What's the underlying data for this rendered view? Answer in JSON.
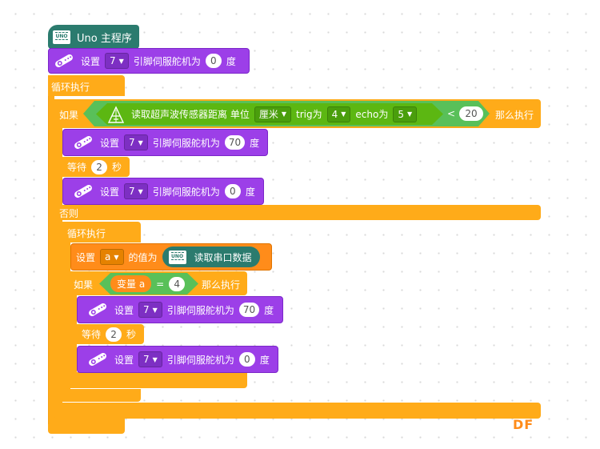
{
  "hat": {
    "label": "Uno 主程序",
    "board_icon_text": "UNO"
  },
  "servo_init": {
    "set": "设置",
    "pin": "7",
    "mid": "引脚伺服舵机为",
    "angle": "0",
    "unit": "度"
  },
  "loop1": {
    "label": "循环执行"
  },
  "if1": {
    "if": "如果",
    "sensor": "读取超声波传感器距离 单位",
    "unit": "厘米",
    "trig_label": "trig为",
    "trig": "4",
    "echo_label": "echo为",
    "echo": "5",
    "op": "<",
    "value": "20",
    "then": "那么执行"
  },
  "servo2": {
    "set": "设置",
    "pin": "7",
    "mid": "引脚伺服舵机为",
    "angle": "70",
    "unit": "度"
  },
  "wait1": {
    "label": "等待",
    "value": "2",
    "unit": "秒"
  },
  "servo3": {
    "set": "设置",
    "pin": "7",
    "mid": "引脚伺服舵机为",
    "angle": "0",
    "unit": "度"
  },
  "else1": {
    "label": "否则"
  },
  "loop2": {
    "label": "循环执行"
  },
  "setvar": {
    "set": "设置",
    "var": "a",
    "mid": "的值为",
    "read": "读取串口数据",
    "board_icon_text": "UNO"
  },
  "if2": {
    "if": "如果",
    "var": "变量 a",
    "op": "=",
    "value": "4",
    "then": "那么执行"
  },
  "servo4": {
    "set": "设置",
    "pin": "7",
    "mid": "引脚伺服舵机为",
    "angle": "70",
    "unit": "度"
  },
  "wait2": {
    "label": "等待",
    "value": "2",
    "unit": "秒"
  },
  "servo5": {
    "set": "设置",
    "pin": "7",
    "mid": "引脚伺服舵机为",
    "angle": "0",
    "unit": "度"
  },
  "watermark": {
    "text": "DF"
  },
  "colors": {
    "control": "#ffab19",
    "servo": "#9c3fe8",
    "sensor": "#5cb712",
    "board": "#2b7b6e",
    "variable": "#ff8c1a"
  },
  "icons": {
    "servo": "servo-icon",
    "sensor": "ultrasonic-icon",
    "board": "uno-board-icon"
  }
}
